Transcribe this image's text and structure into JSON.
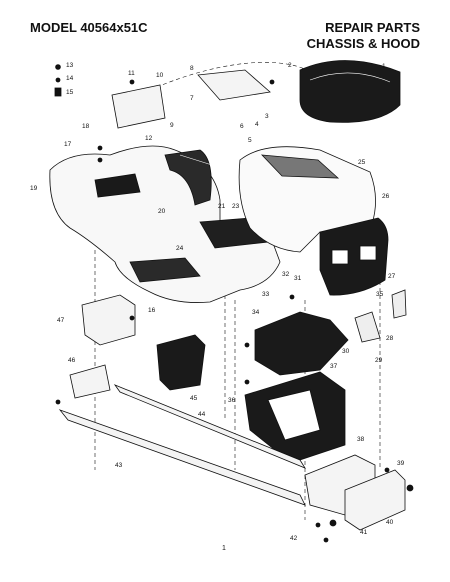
{
  "header": {
    "model": "MODEL 40564x51C",
    "title_line1": "REPAIR PARTS",
    "title_line2": "CHASSIS & HOOD"
  },
  "footer": {
    "page_number": "1"
  },
  "callouts": [
    "1",
    "2",
    "3",
    "4",
    "5",
    "6",
    "7",
    "8",
    "9",
    "10",
    "11",
    "12",
    "13",
    "14",
    "15",
    "16",
    "17",
    "18",
    "19",
    "20",
    "21",
    "23",
    "24",
    "25",
    "26",
    "27",
    "28",
    "29",
    "30",
    "31",
    "32",
    "33",
    "34",
    "35",
    "36",
    "37",
    "38",
    "39",
    "40",
    "41",
    "42",
    "43",
    "44",
    "45",
    "46",
    "47"
  ]
}
